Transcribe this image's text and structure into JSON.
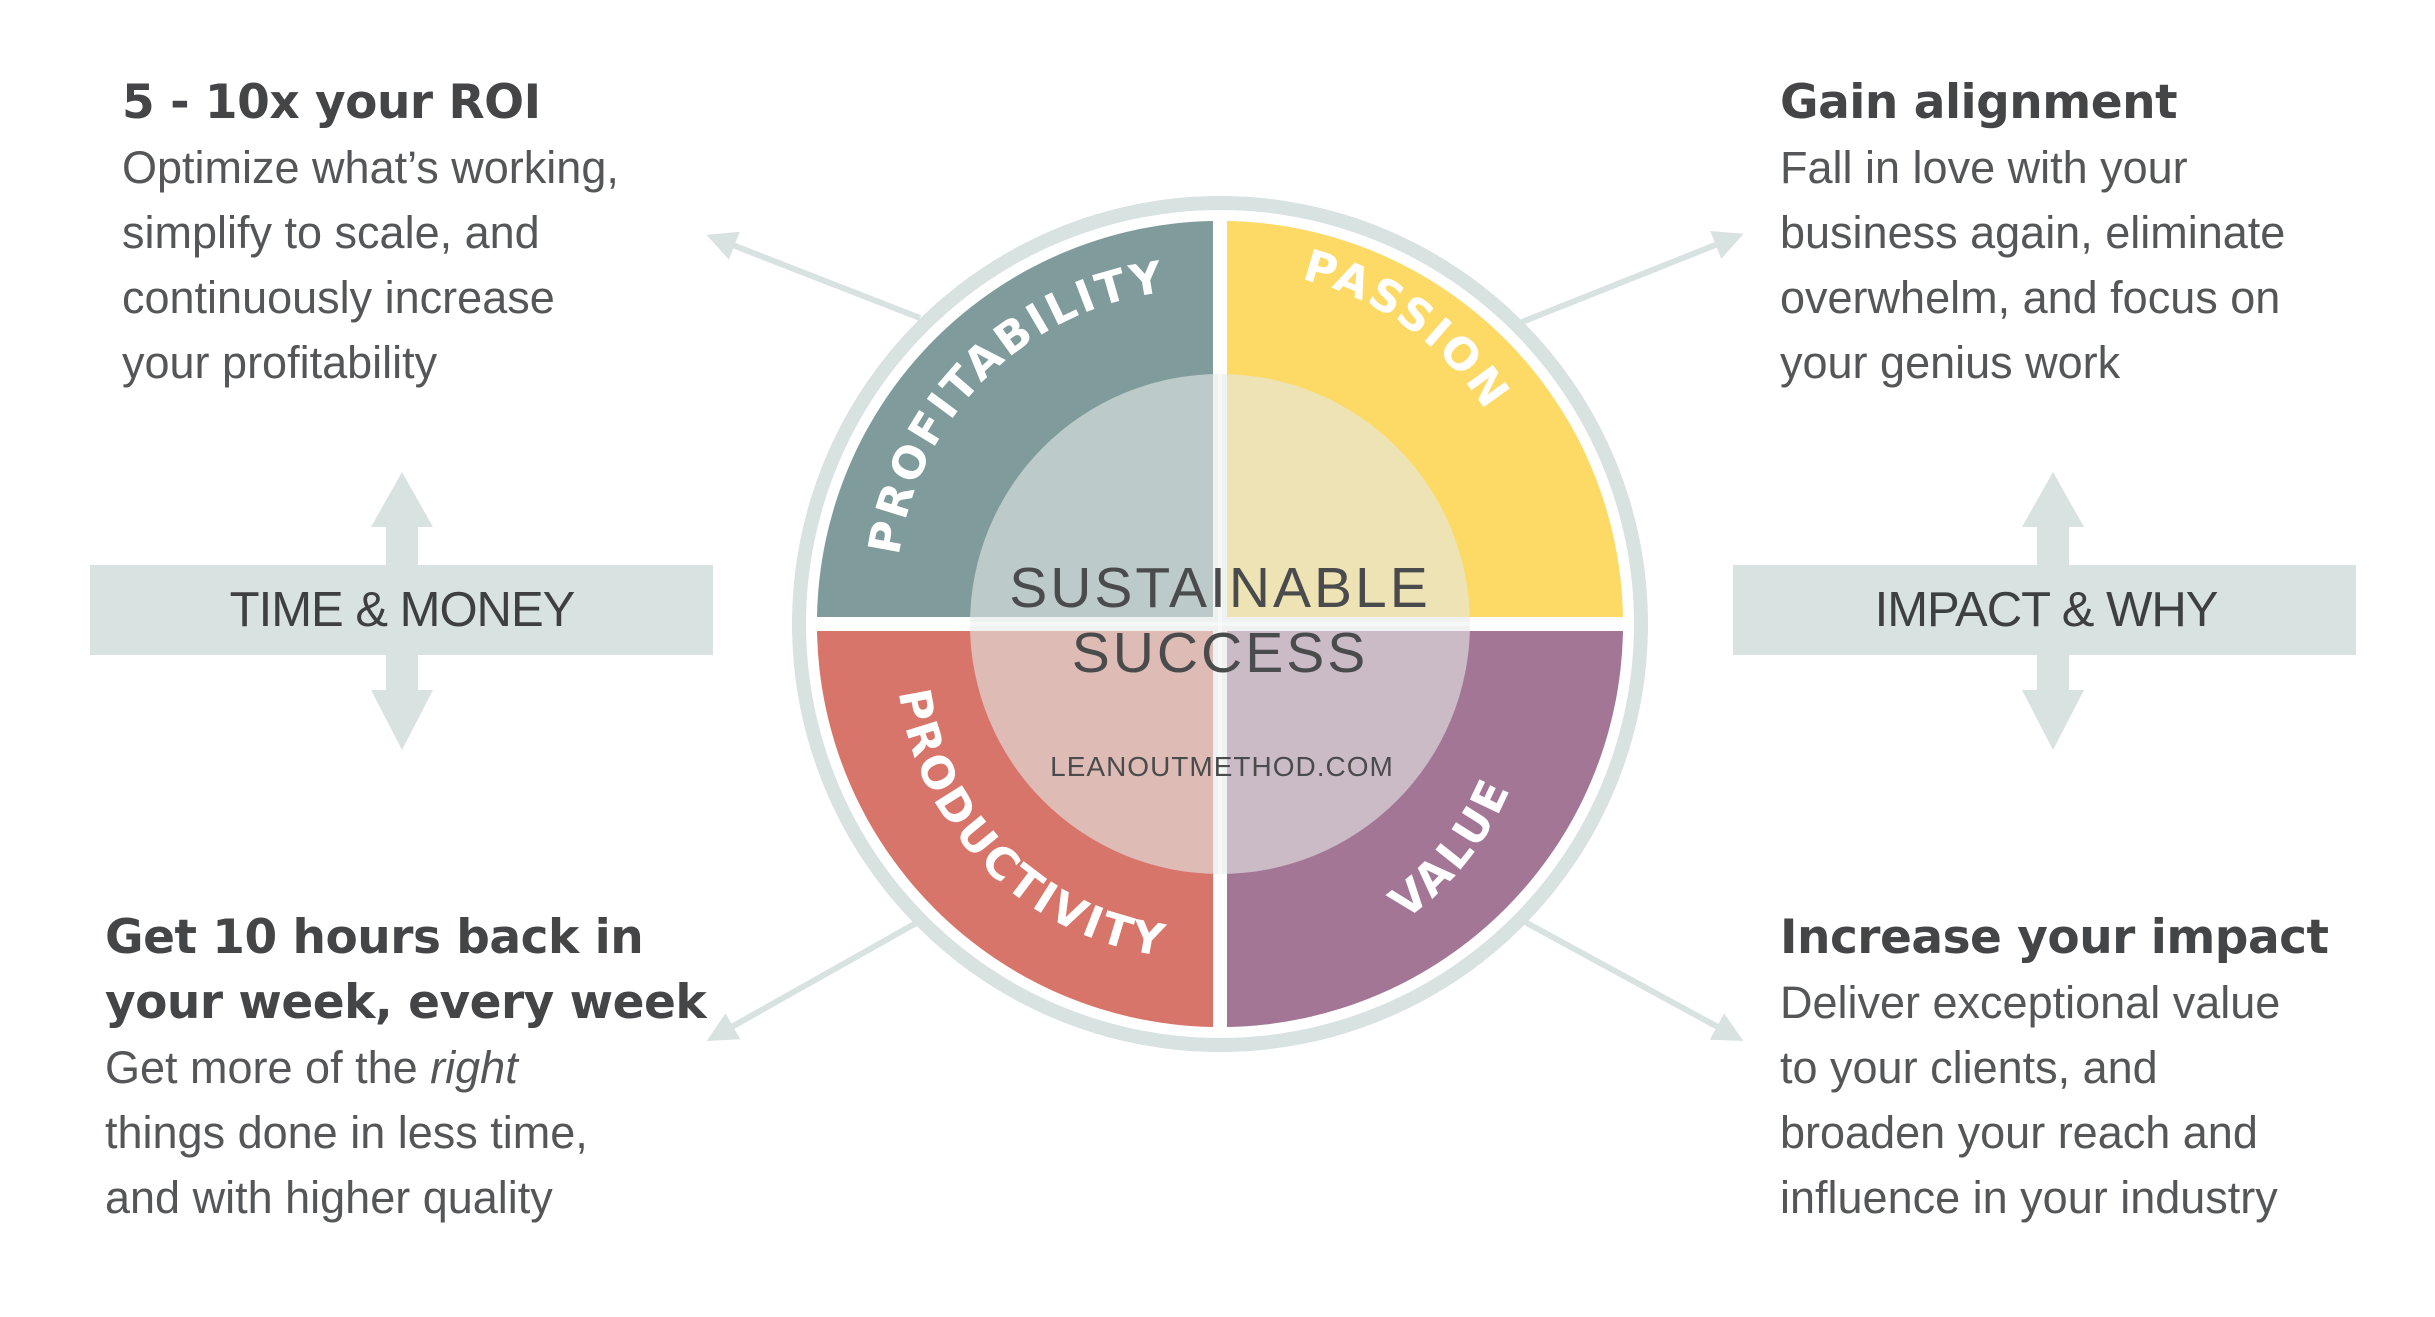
{
  "wheel": {
    "quadrants": [
      {
        "id": "profitability",
        "label": "PROFITABILITY",
        "color": "#7f9b9b"
      },
      {
        "id": "passion",
        "label": "PASSION",
        "color": "#fdd966"
      },
      {
        "id": "productivity",
        "label": "PRODUCTIVITY",
        "color": "#d8756a"
      },
      {
        "id": "value",
        "label": "VALUE",
        "color": "#a37696"
      }
    ],
    "center_line1": "SUSTAINABLE",
    "center_line2": "SUCCESS",
    "website": "LEANOUTMETHOD.COM",
    "ring_color": "#d8e2e1"
  },
  "axes": {
    "left_label": "TIME & MONEY",
    "right_label": "IMPACT & WHY",
    "color": "#d8e2e1"
  },
  "blocks": {
    "top_left": {
      "title": "5 - 10x your ROI",
      "body": [
        "Optimize what’s working,",
        "simplify to scale, and",
        "continuously increase",
        "your profitability"
      ]
    },
    "top_right": {
      "title": "Gain alignment",
      "body": [
        "Fall in love with your",
        "business again, eliminate",
        "overwhelm, and focus on",
        "your genius work"
      ]
    },
    "bottom_left": {
      "title": [
        "Get 10 hours back in",
        "your week, every week"
      ],
      "body_line1_prefix": "Get more of the ",
      "body_line1_emphasis": "right",
      "body": [
        "things done in less time,",
        "and with higher quality"
      ]
    },
    "bottom_right": {
      "title": "Increase your impact",
      "body": [
        "Deliver exceptional value",
        "to your clients, and",
        "broaden your reach and",
        "influence in your industry"
      ]
    }
  }
}
